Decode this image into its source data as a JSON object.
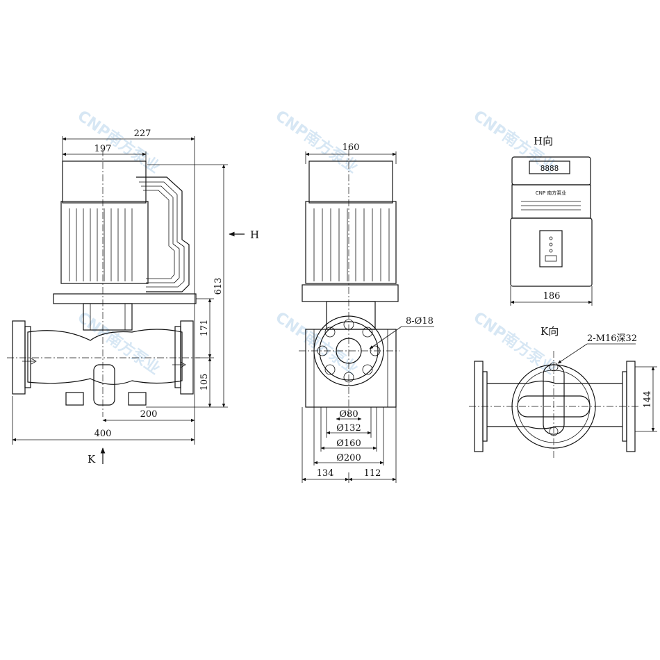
{
  "watermark": {
    "text": "CNP南方泵业",
    "color": "#b8d4ec"
  },
  "front_view": {
    "dim_top_outer": "227",
    "dim_top_inner": "197",
    "dim_total_height": "613",
    "dim_upper_height": "171",
    "dim_lower_height": "105",
    "dim_half_length": "200",
    "dim_total_length": "400",
    "arrow_h_label": "H",
    "arrow_k_label": "K"
  },
  "side_view": {
    "dim_top_width": "160",
    "holes_label": "8-Ø18",
    "dia_80": "Ø80",
    "dia_132": "Ø132",
    "dia_160": "Ø160",
    "dia_200": "Ø200",
    "dim_left": "134",
    "dim_right": "112"
  },
  "h_view": {
    "title": "H向",
    "display_digits": "8888",
    "brand": "CNP 南方泵业",
    "dim_width": "186"
  },
  "k_view": {
    "title": "K向",
    "thread_label": "2-M16深32",
    "dim_height": "144"
  }
}
